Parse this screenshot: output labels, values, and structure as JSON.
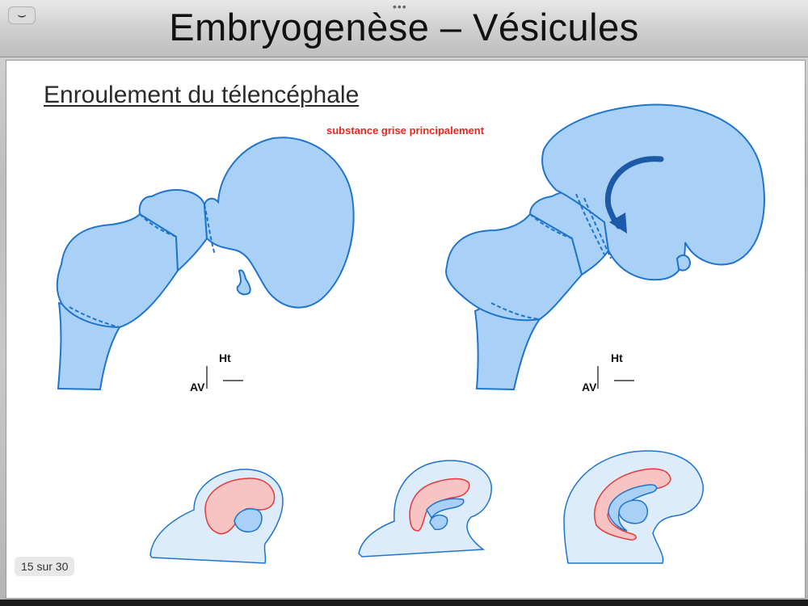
{
  "window": {
    "title": "Embryogenèse – Vésicules",
    "collapse_glyph": "⌣",
    "grip_glyph": "•••"
  },
  "slide": {
    "subtitle": "Enroulement du télencéphale",
    "note": "substance grise principalement",
    "axis_left": {
      "up": "Ht",
      "front": "AV"
    },
    "axis_right": {
      "up": "Ht",
      "front": "AV"
    }
  },
  "footer": {
    "page_counter": "15 sur 30"
  },
  "colors": {
    "vesicle_fill": "#a9d1f7",
    "vesicle_stroke": "#1f74cc",
    "pale_fill": "#dcecfb",
    "grey_matter_fill": "#f7c3c3",
    "grey_matter_stroke": "#e43b3b",
    "arrow": "#1c5aa8",
    "note_red": "#e8261f"
  },
  "icons": [
    "collapse-chevron-icon",
    "window-grip-icon",
    "curved-arrow-icon"
  ]
}
